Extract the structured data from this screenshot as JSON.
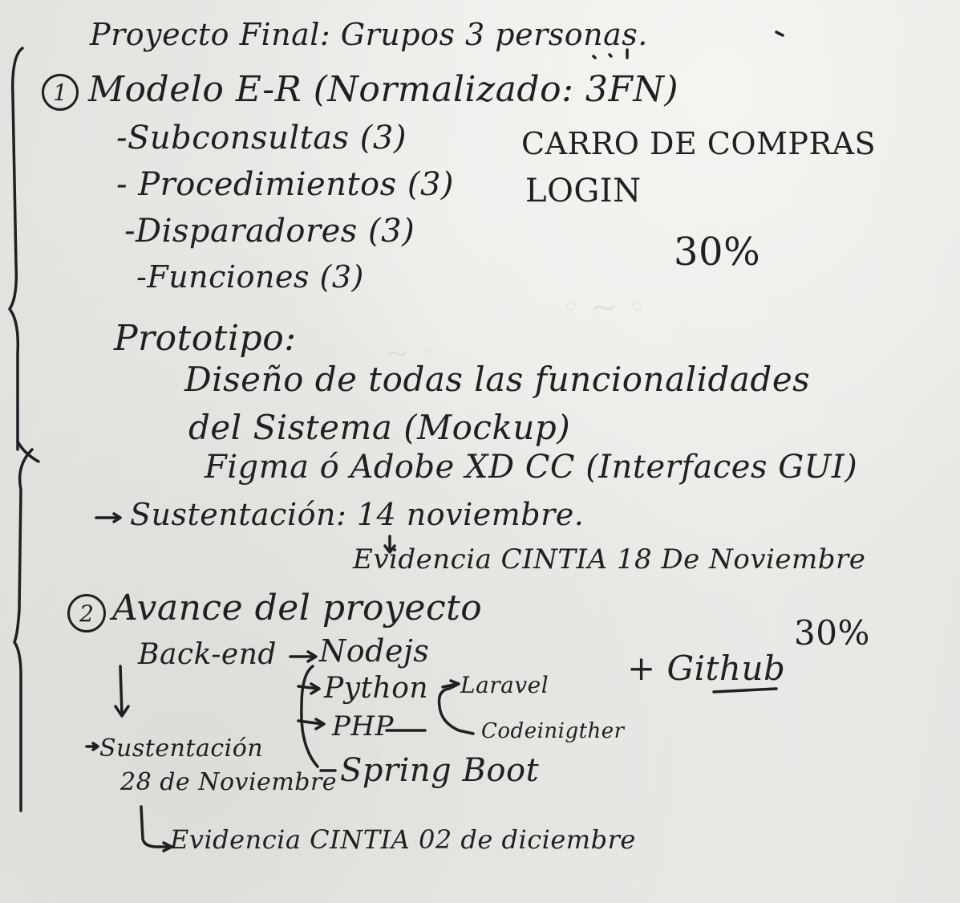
{
  "title": "Proyecto Final: Grupos 3 personas.",
  "part1": {
    "number": "1",
    "heading": "Modelo E-R (Normalizado: 3FN)",
    "items": [
      "-Subconsultas (3)",
      "- Procedimientos (3)",
      "-Disparadores (3)",
      "-Funciones (3)"
    ],
    "topics": [
      "CARRO DE COMPRAS",
      "LOGIN"
    ],
    "weight": "30%",
    "prototype_label": "Prototipo:",
    "prototype_lines": [
      "Diseño de todas las funcionalidades",
      "del Sistema (Mockup)",
      "Figma ó Adobe XD CC (Interfaces GUI)"
    ],
    "defense": "Sustentación: 14 noviembre.",
    "evidence": "Evidencia CINTIA 18 De Noviembre"
  },
  "part2": {
    "number": "2",
    "heading": "Avance del proyecto",
    "weight": "30%",
    "backend": "Back-end",
    "nodejs": "Nodejs",
    "python": "Python",
    "php": "PHP",
    "laravel": "Laravel",
    "codeigniter": "Codeinigther",
    "spring": "Spring Boot",
    "github": "+ Github",
    "defense_label": "Sustentación",
    "defense_date": "28 de Noviembre",
    "evidence": "Evidencia CINTIA 02 de diciembre"
  }
}
